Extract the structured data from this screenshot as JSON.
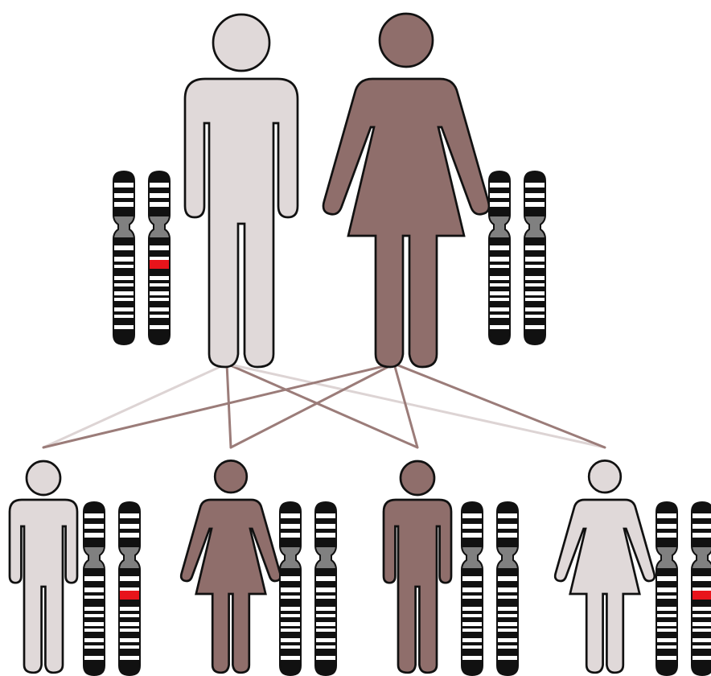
{
  "diagram": {
    "type": "inheritance-pedigree",
    "colors": {
      "light_figure": "#e0d9d9",
      "dark_figure": "#8f6e6b",
      "outline": "#111111",
      "light_line": "#ddd4d4",
      "dark_line": "#9b7c79",
      "chromosome_band": "#111111",
      "chromosome_gap": "#ffffff",
      "centromere": "#808080",
      "mutation": "#e8141b"
    },
    "parents": [
      {
        "id": "father",
        "sex": "male",
        "tone": "light",
        "chromosomes": [
          {
            "mutation": false
          },
          {
            "mutation": true
          }
        ]
      },
      {
        "id": "mother",
        "sex": "female",
        "tone": "dark",
        "chromosomes": [
          {
            "mutation": false
          },
          {
            "mutation": false
          }
        ]
      }
    ],
    "children": [
      {
        "id": "child-1",
        "sex": "male",
        "tone": "light",
        "chromosomes": [
          {
            "mutation": false
          },
          {
            "mutation": true
          }
        ]
      },
      {
        "id": "child-2",
        "sex": "female",
        "tone": "dark",
        "chromosomes": [
          {
            "mutation": false
          },
          {
            "mutation": false
          }
        ]
      },
      {
        "id": "child-3",
        "sex": "male",
        "tone": "dark",
        "chromosomes": [
          {
            "mutation": false
          },
          {
            "mutation": false
          }
        ]
      },
      {
        "id": "child-4",
        "sex": "female",
        "tone": "light",
        "chromosomes": [
          {
            "mutation": false
          },
          {
            "mutation": true
          }
        ]
      }
    ],
    "links": [
      {
        "from": "father",
        "to": "child-1",
        "tone": "light"
      },
      {
        "from": "father",
        "to": "child-2",
        "tone": "dark"
      },
      {
        "from": "father",
        "to": "child-3",
        "tone": "dark"
      },
      {
        "from": "father",
        "to": "child-4",
        "tone": "light"
      },
      {
        "from": "mother",
        "to": "child-1",
        "tone": "dark"
      },
      {
        "from": "mother",
        "to": "child-2",
        "tone": "dark"
      },
      {
        "from": "mother",
        "to": "child-3",
        "tone": "dark"
      },
      {
        "from": "mother",
        "to": "child-4",
        "tone": "dark"
      }
    ]
  }
}
